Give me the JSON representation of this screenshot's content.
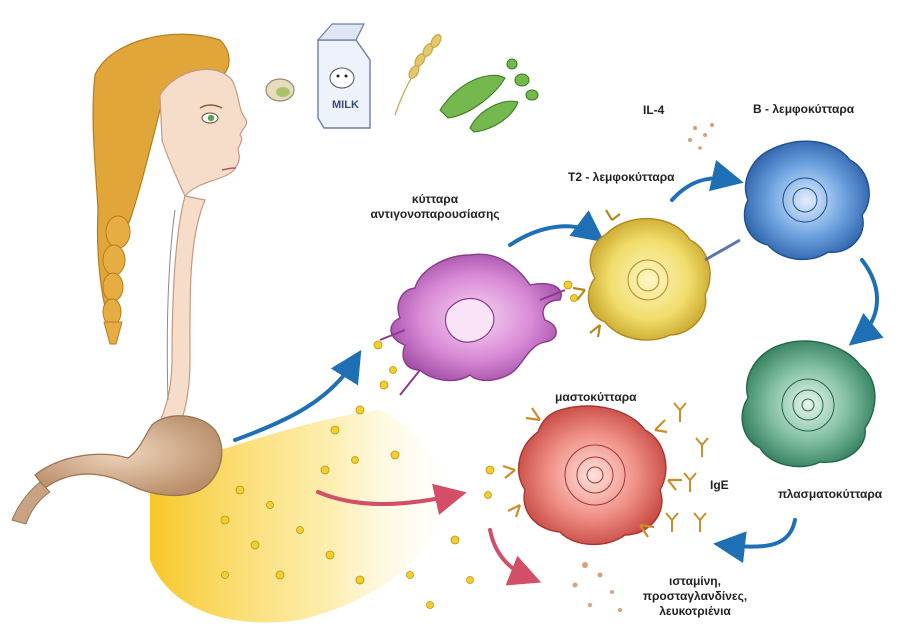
{
  "food": {
    "milk_label": "MILK"
  },
  "labels": {
    "apc_line1": "κύτταρα",
    "apc_line2": "αντιγονοπαρουσίασης",
    "t2": "T2 - λεμφοκύτταρα",
    "il4": "IL-4",
    "b_cell": "B - λεμφοκύτταρα",
    "mast": "μαστοκύτταρα",
    "plasma": "πλασματοκύτταρα",
    "ige": "IgE",
    "mediators_line1": "ισταμίνη,",
    "mediators_line2": "προσταγλανδίνες,",
    "mediators_line3": "λευκοτριένια"
  },
  "colors": {
    "arrow_blue": "#1f6fb5",
    "arrow_red": "#d24f67",
    "allergen_yellow": "#f2cf2e",
    "apc_pink": "#d98ad6",
    "t2_yellow": "#f0dd6a",
    "b_blue": "#3f7fcf",
    "plasma_green": "#4f9e7c",
    "mast_red": "#e06a62",
    "hair": "#e0a63a",
    "skin": "#f6ddc9",
    "stomach": "#d8b494"
  }
}
